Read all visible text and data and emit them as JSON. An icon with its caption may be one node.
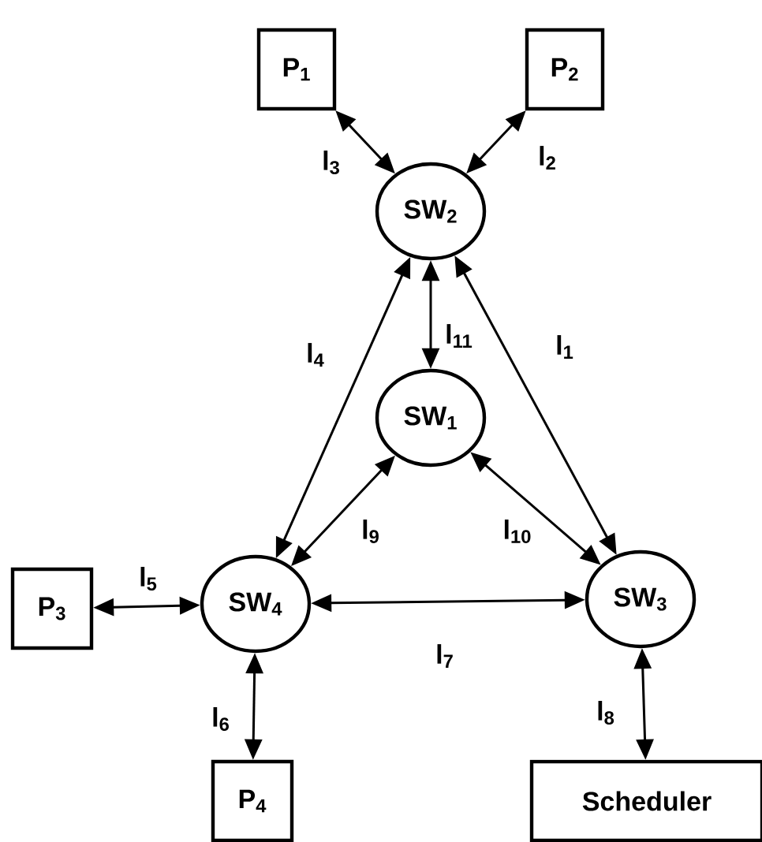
{
  "diagram": {
    "nodes": [
      {
        "text": [
          "P$_{1}$"
        ]
      },
      {
        "text": [
          "P$_{2}$"
        ]
      },
      {
        "text": [
          "SW$_{2}$"
        ]
      },
      {
        "text": [
          "SW$_{1}$"
        ]
      },
      {
        "text": [
          "P$_{3}$"
        ]
      },
      {
        "text": [
          "SW$_{4}$"
        ]
      },
      {
        "text": [
          "SW$_{3}$"
        ]
      },
      {
        "text": [
          "P$_{4}$"
        ]
      },
      {
        "text": [
          "Scheduler"
        ]
      }
    ],
    "edges": [
      {
        "from": 0,
        "to": 2,
        "arrow": "both",
        "label": "l$_{3}$"
      },
      {
        "from": 1,
        "to": 2,
        "arrow": "both",
        "label": "l$_{2}$"
      },
      {
        "from": 2,
        "to": 5,
        "arrow": "both",
        "label": "l$_{4}$"
      },
      {
        "from": 2,
        "to": 3,
        "arrow": "both",
        "label": "l$_{11}$"
      },
      {
        "from": 2,
        "to": 6,
        "arrow": "both",
        "label": "l$_{1}$"
      },
      {
        "from": 3,
        "to": 5,
        "arrow": "both",
        "label": "l$_{9}$"
      },
      {
        "from": 3,
        "to": 6,
        "arrow": "both",
        "label": "l$_{10}$"
      },
      {
        "from": 4,
        "to": 5,
        "arrow": "both",
        "label": "l$_{5}$"
      },
      {
        "from": 5,
        "to": 6,
        "arrow": "both",
        "label": "l$_{7}$"
      },
      {
        "from": 5,
        "to": 7,
        "arrow": "both",
        "label": "l$_{6}$"
      },
      {
        "from": 6,
        "to": 8,
        "arrow": "both",
        "label": "l$_{8}$"
      }
    ]
  }
}
